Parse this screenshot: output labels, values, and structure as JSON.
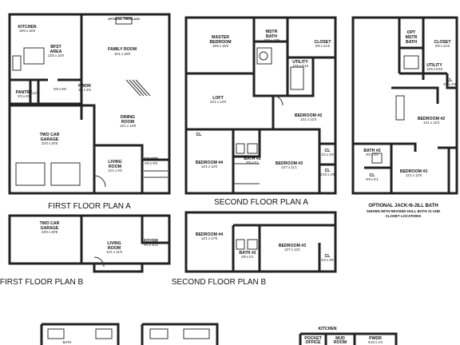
{
  "captions": {
    "first_a": "FIRST FLOOR PLAN A",
    "second_a": "SECOND FLOOR PLAN A",
    "first_b": "FIRST FLOOR PLAN B",
    "second_b": "SECOND FLOOR PLAN B",
    "jack_title": "OPTIONAL JACK-N-JILL BATH",
    "jack_sub1": "SHOWN WITH REVISED HALL BATH #2 AND",
    "jack_sub2": "CLOSET LOCATIONS"
  },
  "first_a": {
    "kitchen": {
      "name": "KITCHEN",
      "dim": "16'0 x 16'6"
    },
    "bfst": {
      "name1": "BFST",
      "name2": "AREA",
      "dim": "12'5 x 10'0"
    },
    "family": {
      "name": "FAMILY ROOM",
      "dim": "16'1 x 18'0"
    },
    "fireplace": "OPTIONAL FIREPLACE",
    "pantry": {
      "name": "PANTRY",
      "dim": "8'3 x 6'8"
    },
    "clst": "CLST",
    "pwdr": {
      "name": "PWDR",
      "dim": "5'1 x 4'5"
    },
    "dim_misc": "5'9 x 5'8",
    "garage": {
      "name1": "TWO CAR",
      "name2": "GARAGE",
      "dim": "23'0 x 20'8"
    },
    "dining": {
      "name1": "DINING",
      "name2": "ROOM",
      "dim": "12'1 x 14'9"
    },
    "living": {
      "name1": "LIVING",
      "name2": "ROOM",
      "dim": "12'1 x 9'2"
    },
    "foyer": {
      "name": "FOYER",
      "dim": "6'6 x 9'9"
    }
  },
  "second_a": {
    "master": {
      "name1": "MASTER",
      "name2": "BEDROOM",
      "dim": "18'5 x 15'0"
    },
    "mstr_bath": {
      "name1": "MSTR",
      "name2": "BATH",
      "dim": "10'8 x 10'8"
    },
    "closet": {
      "name": "CLOSET",
      "dim": "8'9 x 21'6"
    },
    "utility": {
      "name": "UTILITY",
      "dim": "12'6 x 6'10"
    },
    "loft": {
      "name": "LOFT",
      "dim": "24'1 x 14'0"
    },
    "bed2": {
      "name": "BEDROOM #2",
      "dim": "13'1 x 12'3"
    },
    "bed4": {
      "name": "BEDROOM #4",
      "dim": "14'1 x 14'0"
    },
    "bath2": {
      "name": "BATH #2",
      "dim": "8'9 x 5'1"
    },
    "bed3": {
      "name": "BEDROOM #3",
      "dim": "13'7 x 11'1"
    },
    "cl": "CL",
    "cl_dim1": "3'2 x 2'6",
    "cl_dim2": "2'10 x 2'9"
  },
  "jack": {
    "opt_bath": {
      "name1": "OPT",
      "name2": "MSTR",
      "name3": "BATH"
    },
    "closet": {
      "name": "CLOSET",
      "dim": "8'9 x 21'6"
    },
    "utility": {
      "name": "UTILITY",
      "dim": "12'6 x 6'10"
    },
    "cl": "CL",
    "cl_dim": "5'8 x 4'9",
    "bed2": {
      "name": "BEDROOM #2",
      "dim": "13'1 x 12'3"
    },
    "bath2": {
      "name": "BATH #2",
      "dim": "8'9 x 8'5"
    },
    "bed3": {
      "name": "BEDROOM #3",
      "dim": "12'1 x 13'5"
    },
    "cl_dim2": "8'9 x 5'1"
  },
  "first_b": {
    "garage": {
      "name1": "TWO CAR",
      "name2": "GARAGE",
      "dim": "23'0 x 20'8"
    },
    "living": {
      "name1": "LIVING",
      "name2": "ROOM",
      "dim": "12'1 x 11'0"
    },
    "foyer": {
      "name": "FOYER",
      "dim": "6'6 x 10'2"
    }
  },
  "second_b": {
    "bed4": {
      "name": "BEDROOM #4",
      "dim": "14'1 x 17'6"
    },
    "bath2": {
      "name": "BATH #2",
      "dim": "8'9 x 5'1"
    },
    "bed3": {
      "name": "BEDROOM #3",
      "dim": "13'7 x 13'1"
    },
    "cl": "CL",
    "cl_dim": "5'2 x 3'6"
  },
  "bottom": {
    "kitchen": "KITCHEN",
    "pocket1": "POCKET",
    "pocket2": "OFFICE",
    "mud": "MUD",
    "mud2": "ROOM",
    "pwdr": "PWDR",
    "pwdr_dim": "5'10 x 4'3",
    "bath": "BATH"
  }
}
